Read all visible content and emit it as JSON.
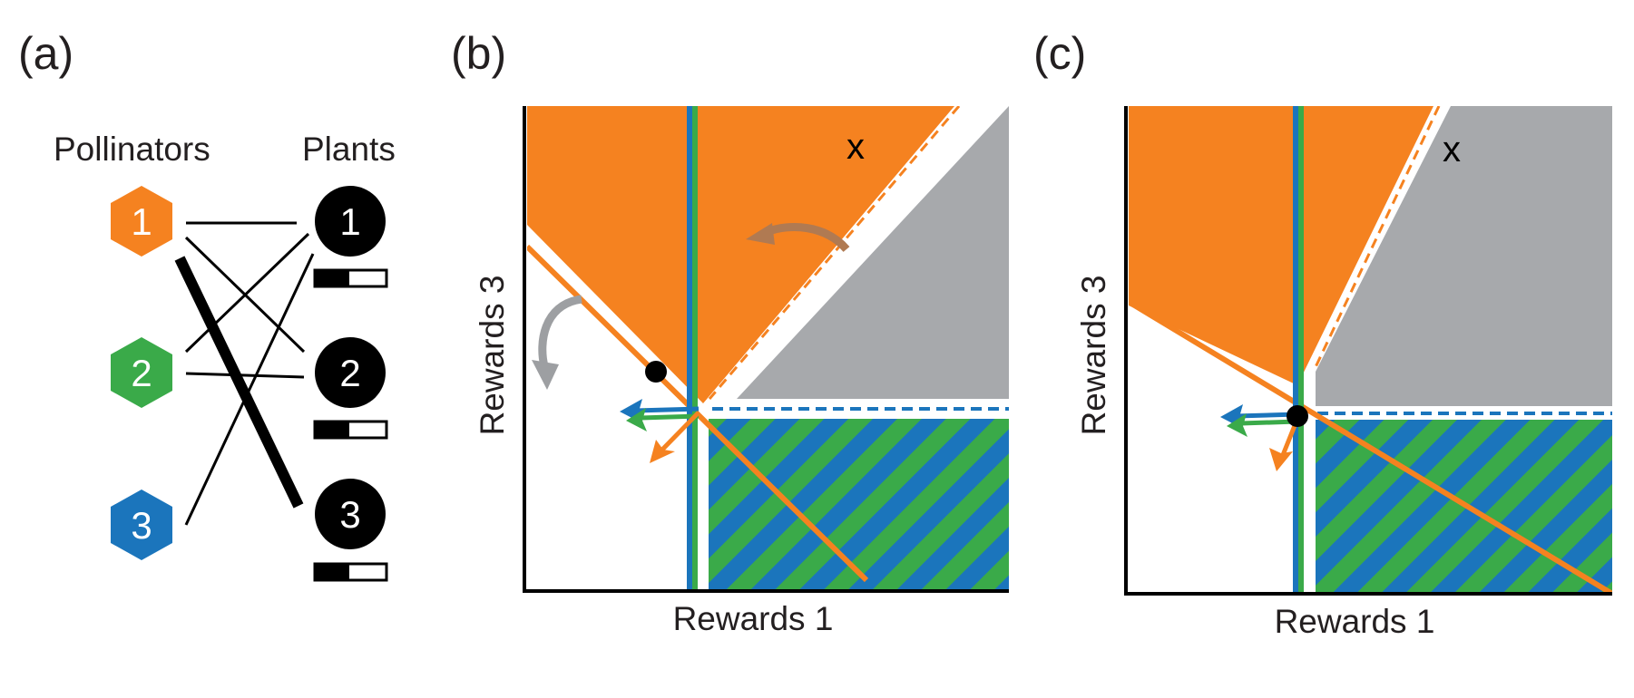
{
  "panels": {
    "a": {
      "label": "(a)",
      "pollinators_heading": "Pollinators",
      "plants_heading": "Plants",
      "pollinators": [
        {
          "num": "1",
          "color": "#f58220"
        },
        {
          "num": "2",
          "color": "#3aaa49"
        },
        {
          "num": "3",
          "color": "#1b75bc"
        }
      ],
      "plants": [
        {
          "num": "1"
        },
        {
          "num": "2"
        },
        {
          "num": "3"
        }
      ]
    },
    "b": {
      "label": "(b)",
      "xlabel": "Rewards 1",
      "ylabel": "Rewards 3",
      "marker": "x"
    },
    "c": {
      "label": "(c)",
      "xlabel": "Rewards 1",
      "ylabel": "Rewards 3",
      "marker": "x"
    }
  },
  "colors": {
    "orange": "#f58220",
    "green": "#3aaa49",
    "blue": "#1b75bc",
    "grey": "#a7a9ac",
    "grey_arrow": "#9d9fa2",
    "brown_arrow": "#b07a52",
    "ink": "#000000"
  }
}
